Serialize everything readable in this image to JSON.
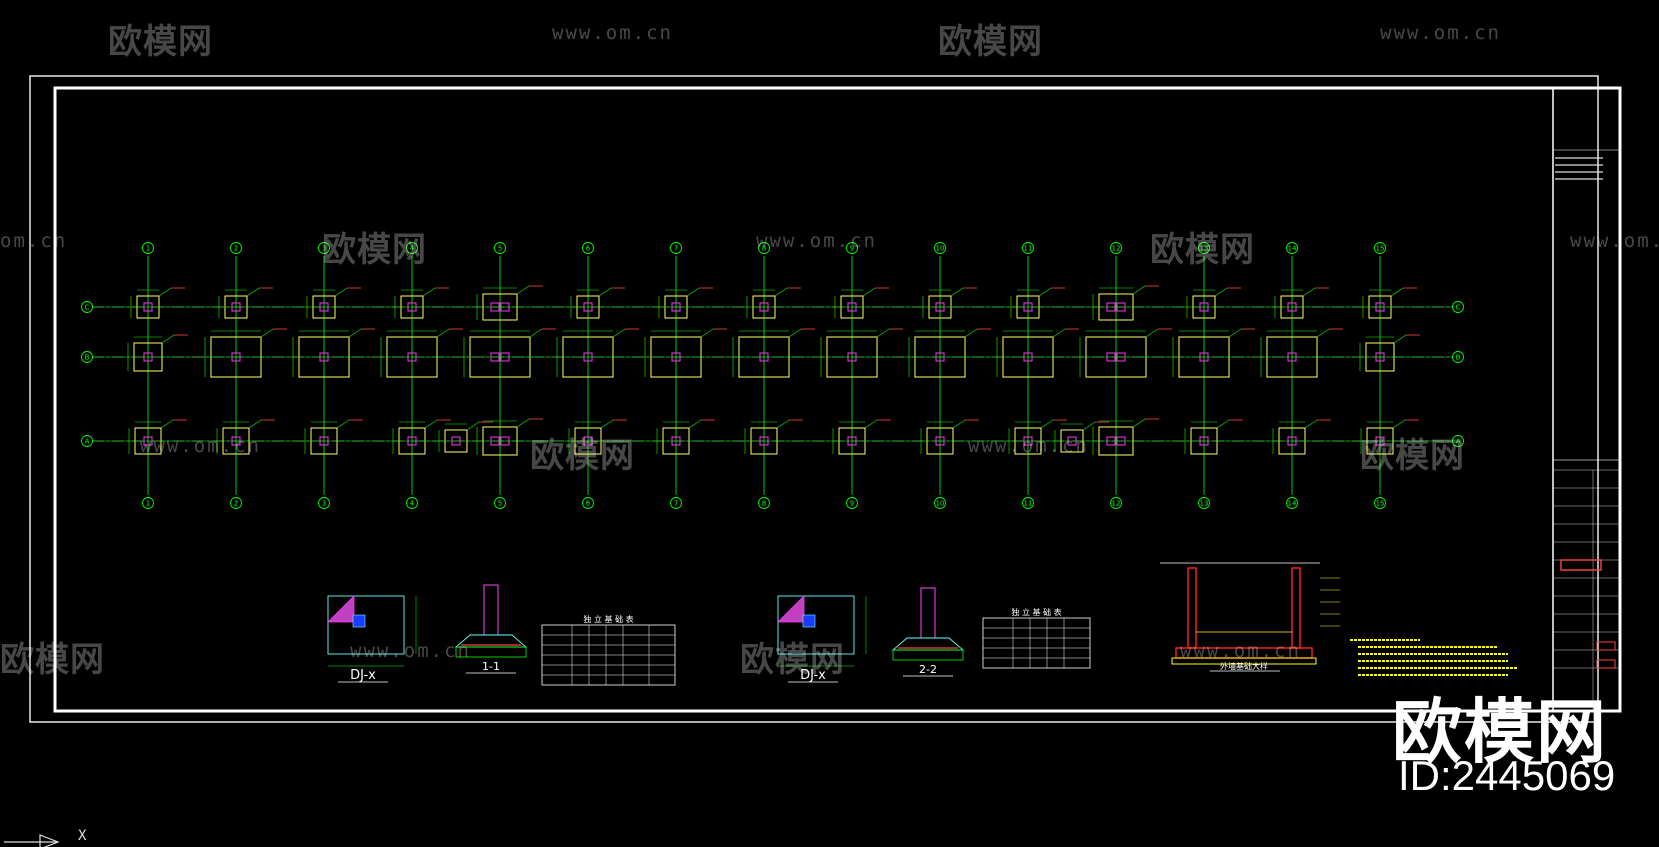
{
  "watermark": {
    "brand_cn": "欧模网",
    "url": "www.om.cn",
    "url_partial": "om.cn"
  },
  "brand": {
    "name": "欧模网",
    "id_text": "ID:2445069"
  },
  "grid": {
    "columns": [
      "1",
      "2",
      "3",
      "4",
      "5",
      "6",
      "7",
      "8",
      "9",
      "10",
      "11",
      "12",
      "13",
      "14",
      "15"
    ],
    "rows": [
      "C",
      "B",
      "A"
    ]
  },
  "details": {
    "detail1_label": "DJ-x",
    "section1_label": "1-1",
    "table1_title": "独 立 基 础 表",
    "detail2_label": "DJ-x",
    "section2_label": "2-2",
    "table2_title": "独 立 基 础 表",
    "wall_detail_label": "外墙基础大样"
  },
  "ucs": {
    "x_label": "X"
  },
  "colors": {
    "background": "#000000",
    "frame": "#ffffff",
    "axis": "#00ff00",
    "footing": "#ffff66",
    "column": "#ff33ff",
    "dimension": "#00ff00",
    "notes": "#ffff00",
    "wall_section": "#ff2020"
  }
}
